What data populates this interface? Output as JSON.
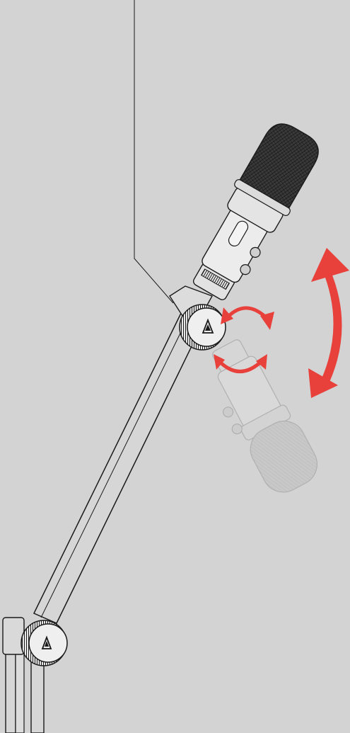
{
  "figure": {
    "background": "#d3d3d3",
    "line_color": "#1a1a1a",
    "arrow_color": "#e8403a",
    "ghost_color": "#9a9a9a"
  },
  "icons": {
    "logo": "brand-triangle-logo",
    "rotate": "rotate-arrows",
    "tilt": "tilt-arc-arrow"
  }
}
